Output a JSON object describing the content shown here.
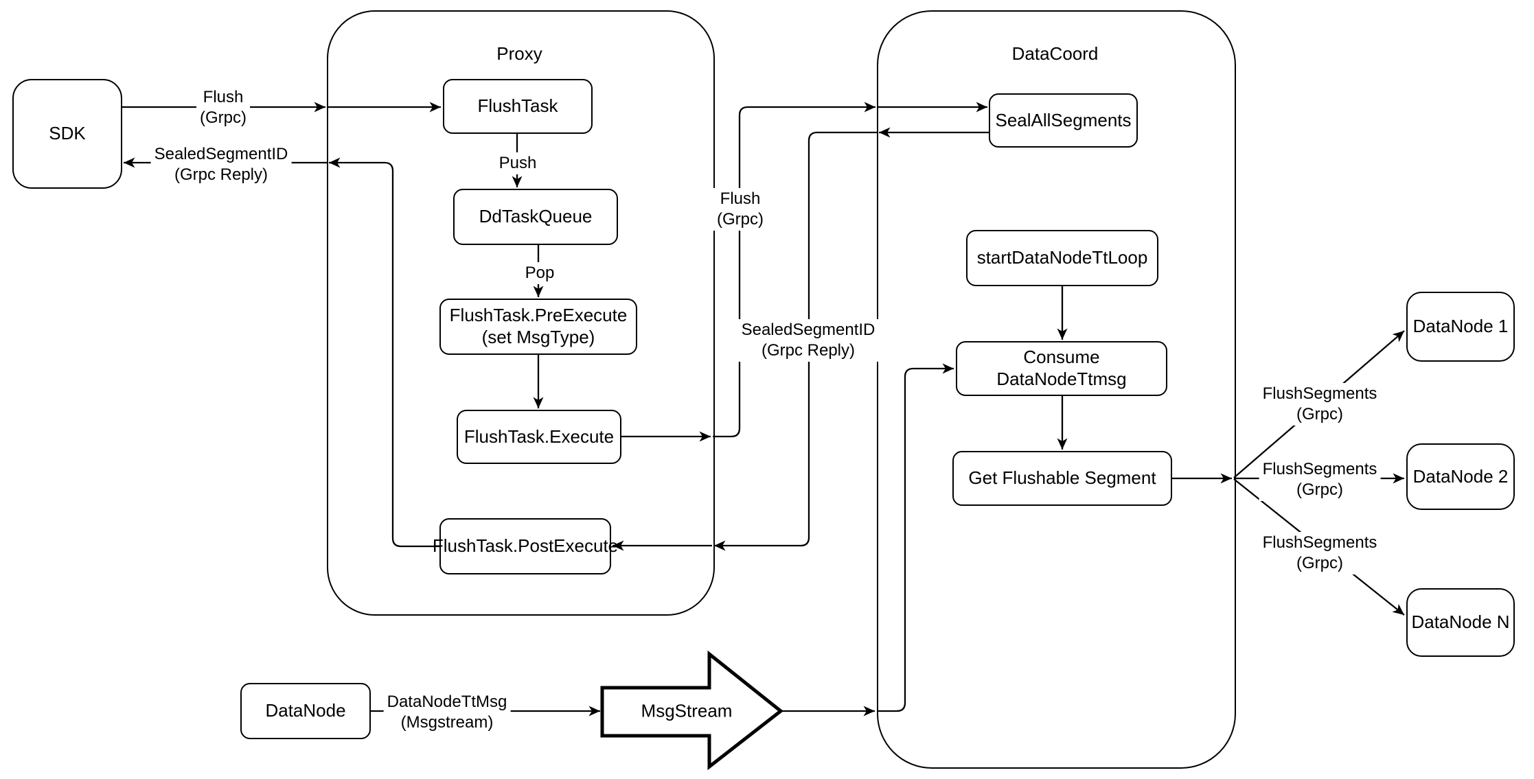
{
  "colors": {
    "stroke": "#000000",
    "background": "#ffffff"
  },
  "containers": {
    "proxy": "Proxy",
    "datacoord": "DataCoord"
  },
  "nodes": {
    "sdk": "SDK",
    "flush_task": "FlushTask",
    "dd_task_queue": "DdTaskQueue",
    "pre_execute": {
      "line1": "FlushTask.PreExecute",
      "line2": "(set MsgType)"
    },
    "execute": "FlushTask.Execute",
    "post_execute": "FlushTask.PostExecute",
    "seal_all_segments": "SealAllSegments",
    "start_datanode_tt_loop": "startDataNodeTtLoop",
    "consume_datanode_ttmsg": "Consume DataNodeTtmsg",
    "get_flushable_segment": "Get Flushable Segment",
    "datanode_1": "DataNode 1",
    "datanode_2": "DataNode 2",
    "datanode_n": "DataNode N",
    "datanode": "DataNode",
    "msgstream": "MsgStream"
  },
  "edge_labels": {
    "flush_sdk_proxy": {
      "line1": "Flush",
      "line2": "(Grpc)"
    },
    "sealed_proxy_sdk": {
      "line1": "SealedSegmentID",
      "line2": "(Grpc Reply)"
    },
    "push": "Push",
    "pop": "Pop",
    "flush_proxy_datacoord": {
      "line1": "Flush",
      "line2": "(Grpc)"
    },
    "sealed_datacoord_proxy": {
      "line1": "SealedSegmentID",
      "line2": "(Grpc Reply)"
    },
    "flush_segments_1": {
      "line1": "FlushSegments",
      "line2": "(Grpc)"
    },
    "flush_segments_2": {
      "line1": "FlushSegments",
      "line2": "(Grpc)"
    },
    "flush_segments_3": {
      "line1": "FlushSegments",
      "line2": "(Grpc)"
    },
    "datanode_ttmsg": {
      "line1": "DataNodeTtMsg",
      "line2": "(Msgstream)"
    }
  }
}
